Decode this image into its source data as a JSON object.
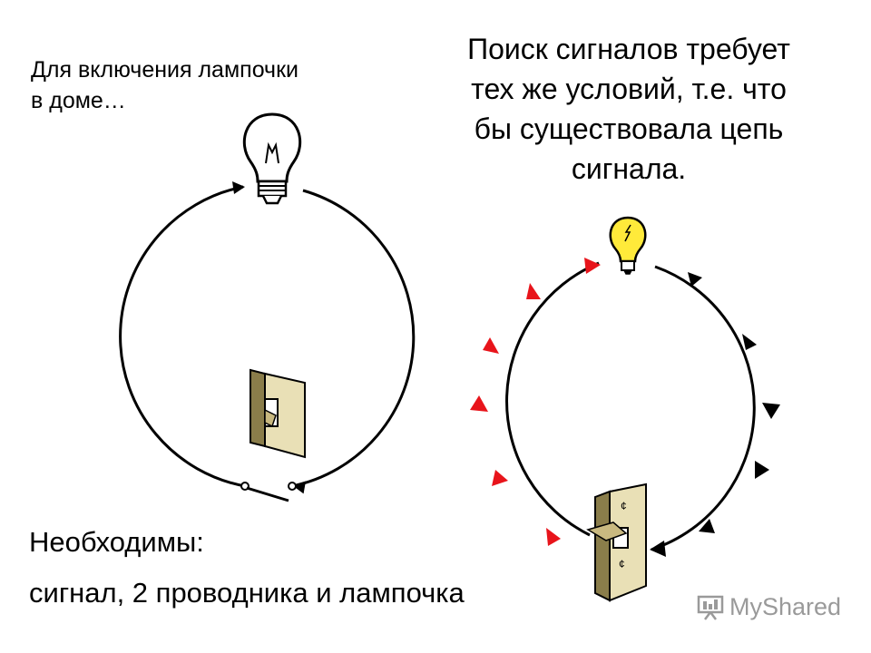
{
  "left_caption": {
    "line1": "Для включения лампочки",
    "line2": "в доме…"
  },
  "right_caption": {
    "line1": "Поиск сигналов требует",
    "line2": "тех же условий, т.е.  что",
    "line3": "бы существовала цепь",
    "line4": "сигнала."
  },
  "bottom": {
    "heading": "Необходимы:",
    "list": "сигнал, 2 проводника и лампочка"
  },
  "watermark": {
    "text": "MyShared",
    "icon": "presentation-board-icon"
  },
  "colors": {
    "red_arrow": "#e8141b",
    "bulb_yellow": "#ffea3a",
    "plate": "#e9e0b6",
    "plate_shadow": "#8a7d4a"
  },
  "icons": [
    "light-bulb-icon",
    "wall-switch-icon",
    "open-switch-icon",
    "arrowhead-icon"
  ]
}
